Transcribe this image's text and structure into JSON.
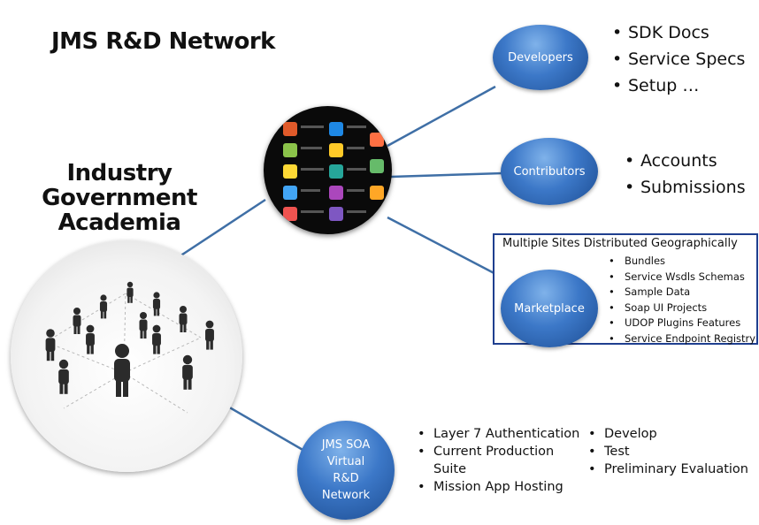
{
  "title": "JMS R&D Network",
  "audience": [
    "Industry",
    "Government",
    "Academia"
  ],
  "nodes": {
    "developers": "Developers",
    "contributors": "Contributors",
    "marketplace": "Marketplace",
    "soa": [
      "JMS SOA",
      "Virtual",
      "R&D",
      "Network"
    ]
  },
  "developers_items": [
    "SDK Docs",
    "Service Specs",
    "Setup …"
  ],
  "contributors_items": [
    "Accounts",
    "Submissions"
  ],
  "marketplace": {
    "heading": "Multiple Sites Distributed Geographically",
    "items": [
      "Bundles",
      "Service Wsdls Schemas",
      "Sample Data",
      "Soap UI Projects",
      "UDOP Plugins Features",
      "Service Endpoint Registry"
    ]
  },
  "soa_items_left": [
    "Layer 7 Authentication",
    "Current Production Suite",
    "Mission App Hosting"
  ],
  "soa_items_right": [
    "Develop",
    "Test",
    "Preliminary Evaluation"
  ],
  "colors": {
    "node_blue": "#2f67b5",
    "connector": "#3f6fa6",
    "box_border": "#1f3f8f"
  }
}
